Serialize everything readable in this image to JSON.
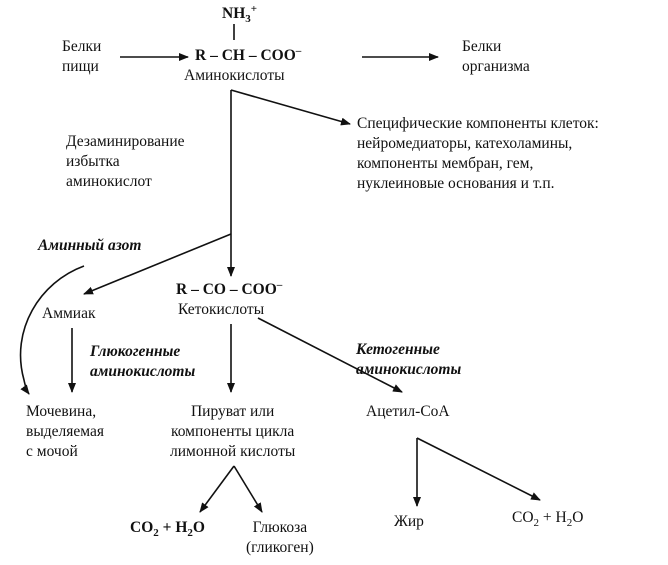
{
  "nodes": {
    "food_proteins": "Белки\nпищи",
    "amino_formula": {
      "nh3": "NH",
      "nh3_sub": "3",
      "nh3_sup": "+",
      "main": "R – CH – COO",
      "main_sup": "–"
    },
    "amino_acids": "Аминокислоты",
    "body_proteins": "Белки\nорганизма",
    "deamination": "Дезаминирование\nизбытка\nаминокислот",
    "specific_components": "Специфические компоненты клеток:\nнейромедиаторы, катехоламины,\nкомпоненты мембран, гем,\nнуклеиновые основания и т.п.",
    "amine_nitrogen": "Аминный азот",
    "keto_formula": {
      "main": "R – CO – COO",
      "main_sup": "–"
    },
    "keto_acids": "Кетокислоты",
    "ammonia": "Аммиак",
    "glucogenic": "Глюкогенные\nаминокислоты",
    "ketogenic": "Кетогенные\nаминокислоты",
    "urea": "Мочевина,\nвыделяемая\nс мочой",
    "pyruvate": "Пируват или\nкомпоненты цикла\nлимонной кислоты",
    "acetyl_coa": "Ацетил-CoA",
    "co2_h2o_left": {
      "co": "CO",
      "co_sub": "2",
      "plus": " + H",
      "h_sub": "2",
      "o": "O"
    },
    "glucose": "Глюкоза\n(гликоген)",
    "fat": "Жир",
    "co2_h2o_right": {
      "co": "CO",
      "co_sub": "2",
      "plus": " + H",
      "h_sub": "2",
      "o": "O"
    }
  },
  "colors": {
    "line": "#111111",
    "text": "#111111",
    "background": "#ffffff"
  }
}
